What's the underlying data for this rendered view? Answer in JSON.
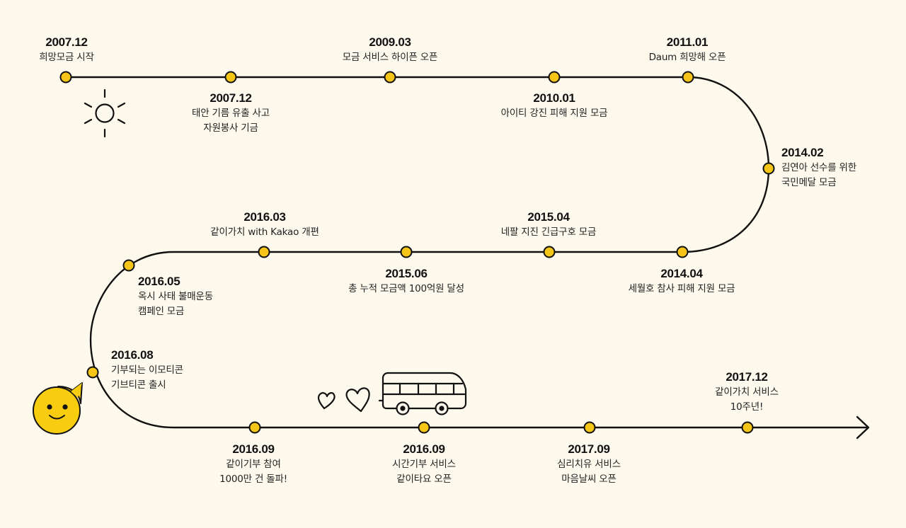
{
  "theme": {
    "background": "#fdfaed",
    "line_color": "#111111",
    "node_fill": "#f5c518",
    "node_stroke": "#111111",
    "mascot_fill": "#f9cd0f"
  },
  "icons": {
    "sun": "sun-icon",
    "mascot": "smiley-speech-bubble-icon",
    "hearts": "heart-icon",
    "bus": "bus-icon",
    "arrow": "arrow-right-icon"
  },
  "events": [
    {
      "date": "2007.12",
      "lines": [
        "희망모금 시작"
      ]
    },
    {
      "date": "2007.12",
      "lines": [
        "태안 기름 유출 사고",
        "자원봉사 기금"
      ]
    },
    {
      "date": "2009.03",
      "lines": [
        "모금 서비스 하이픈 오픈"
      ]
    },
    {
      "date": "2010.01",
      "lines": [
        "아이티 강진 피해 지원 모금"
      ]
    },
    {
      "date": "2011.01",
      "lines": [
        "Daum 희망해 오픈"
      ]
    },
    {
      "date": "2014.02",
      "lines": [
        "김연아 선수를 위한",
        "국민메달 모금"
      ]
    },
    {
      "date": "2014.04",
      "lines": [
        "세월호 참사 피해 지원 모금"
      ]
    },
    {
      "date": "2015.04",
      "lines": [
        "네팔 지진 긴급구호 모금"
      ]
    },
    {
      "date": "2015.06",
      "lines": [
        "총 누적 모금액 100억원 달성"
      ]
    },
    {
      "date": "2016.03",
      "lines": [
        "같이가치 with Kakao 개편"
      ]
    },
    {
      "date": "2016.05",
      "lines": [
        "옥시 사태 불매운동",
        "캠페인 모금"
      ]
    },
    {
      "date": "2016.08",
      "lines": [
        "기부되는 이모티콘",
        "기브티콘 출시"
      ]
    },
    {
      "date": "2016.09",
      "lines": [
        "같이기부 참여",
        "1000만 건 돌파!"
      ]
    },
    {
      "date": "2016.09",
      "lines": [
        "시간기부 서비스",
        "같이타요 오픈"
      ]
    },
    {
      "date": "2017.09",
      "lines": [
        "심리치유 서비스",
        "마음날씨 오픈"
      ]
    },
    {
      "date": "2017.12",
      "lines": [
        "같이가치 서비스",
        "10주년!"
      ]
    }
  ]
}
